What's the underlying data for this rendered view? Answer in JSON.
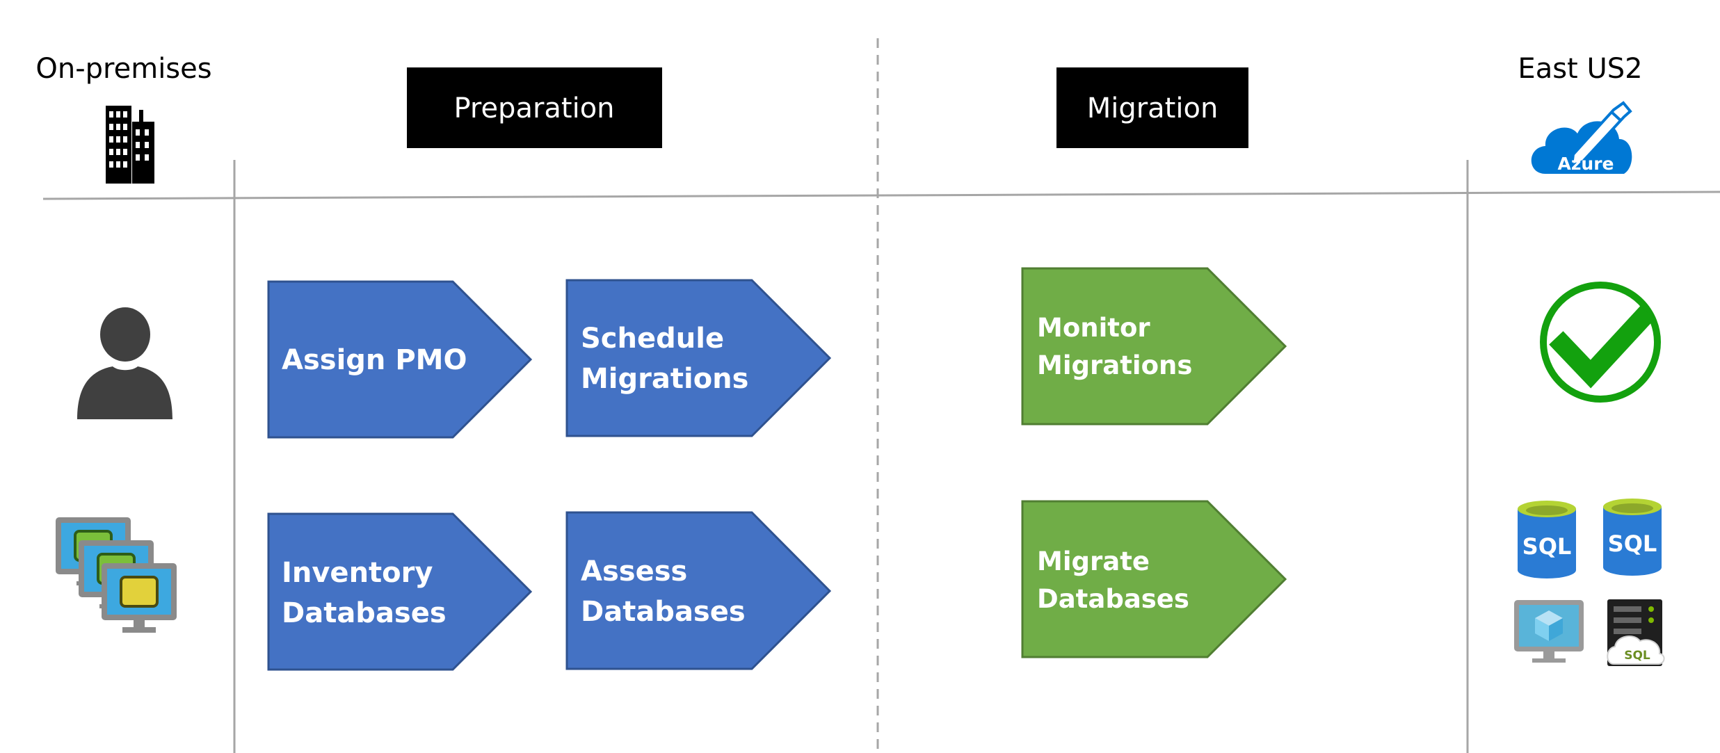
{
  "columns": {
    "left": {
      "title": "On-premises",
      "icon": "building-icon"
    },
    "right": {
      "title": "East US2",
      "icon": "azure-cloud-icon",
      "icon_text": "Azure"
    }
  },
  "phases": [
    {
      "label": "Preparation",
      "fill": "#000000",
      "text_color": "#ffffff"
    },
    {
      "label": "Migration",
      "fill": "#000000",
      "text_color": "#ffffff"
    }
  ],
  "steps": {
    "preparation": [
      {
        "lines": [
          "Assign PMO"
        ],
        "color": "#4472C4"
      },
      {
        "lines": [
          "Schedule",
          "Migrations"
        ],
        "color": "#4472C4"
      },
      {
        "lines": [
          "Inventory",
          "Databases"
        ],
        "color": "#4472C4"
      },
      {
        "lines": [
          "Assess",
          "Databases"
        ],
        "color": "#4472C4"
      }
    ],
    "migration": [
      {
        "lines": [
          "Monitor",
          "Migrations"
        ],
        "color": "#70AD47"
      },
      {
        "lines": [
          "Migrate",
          "Databases"
        ],
        "color": "#70AD47"
      }
    ]
  },
  "icons": {
    "person": "person-icon",
    "virtual_machines": "virtual-machines-icon",
    "checkmark": "checkmark-icon",
    "sql_database": "sql-database-icon",
    "sql_text": "SQL",
    "vm": "virtual-machine-icon",
    "sql_server": "sql-server-icon"
  },
  "colors": {
    "separator": "#a6a6a6",
    "check_green": "#13A10E",
    "azure_blue": "#0078D4",
    "sql_blue": "#2A7BD4",
    "sql_top": "#B4D334"
  }
}
